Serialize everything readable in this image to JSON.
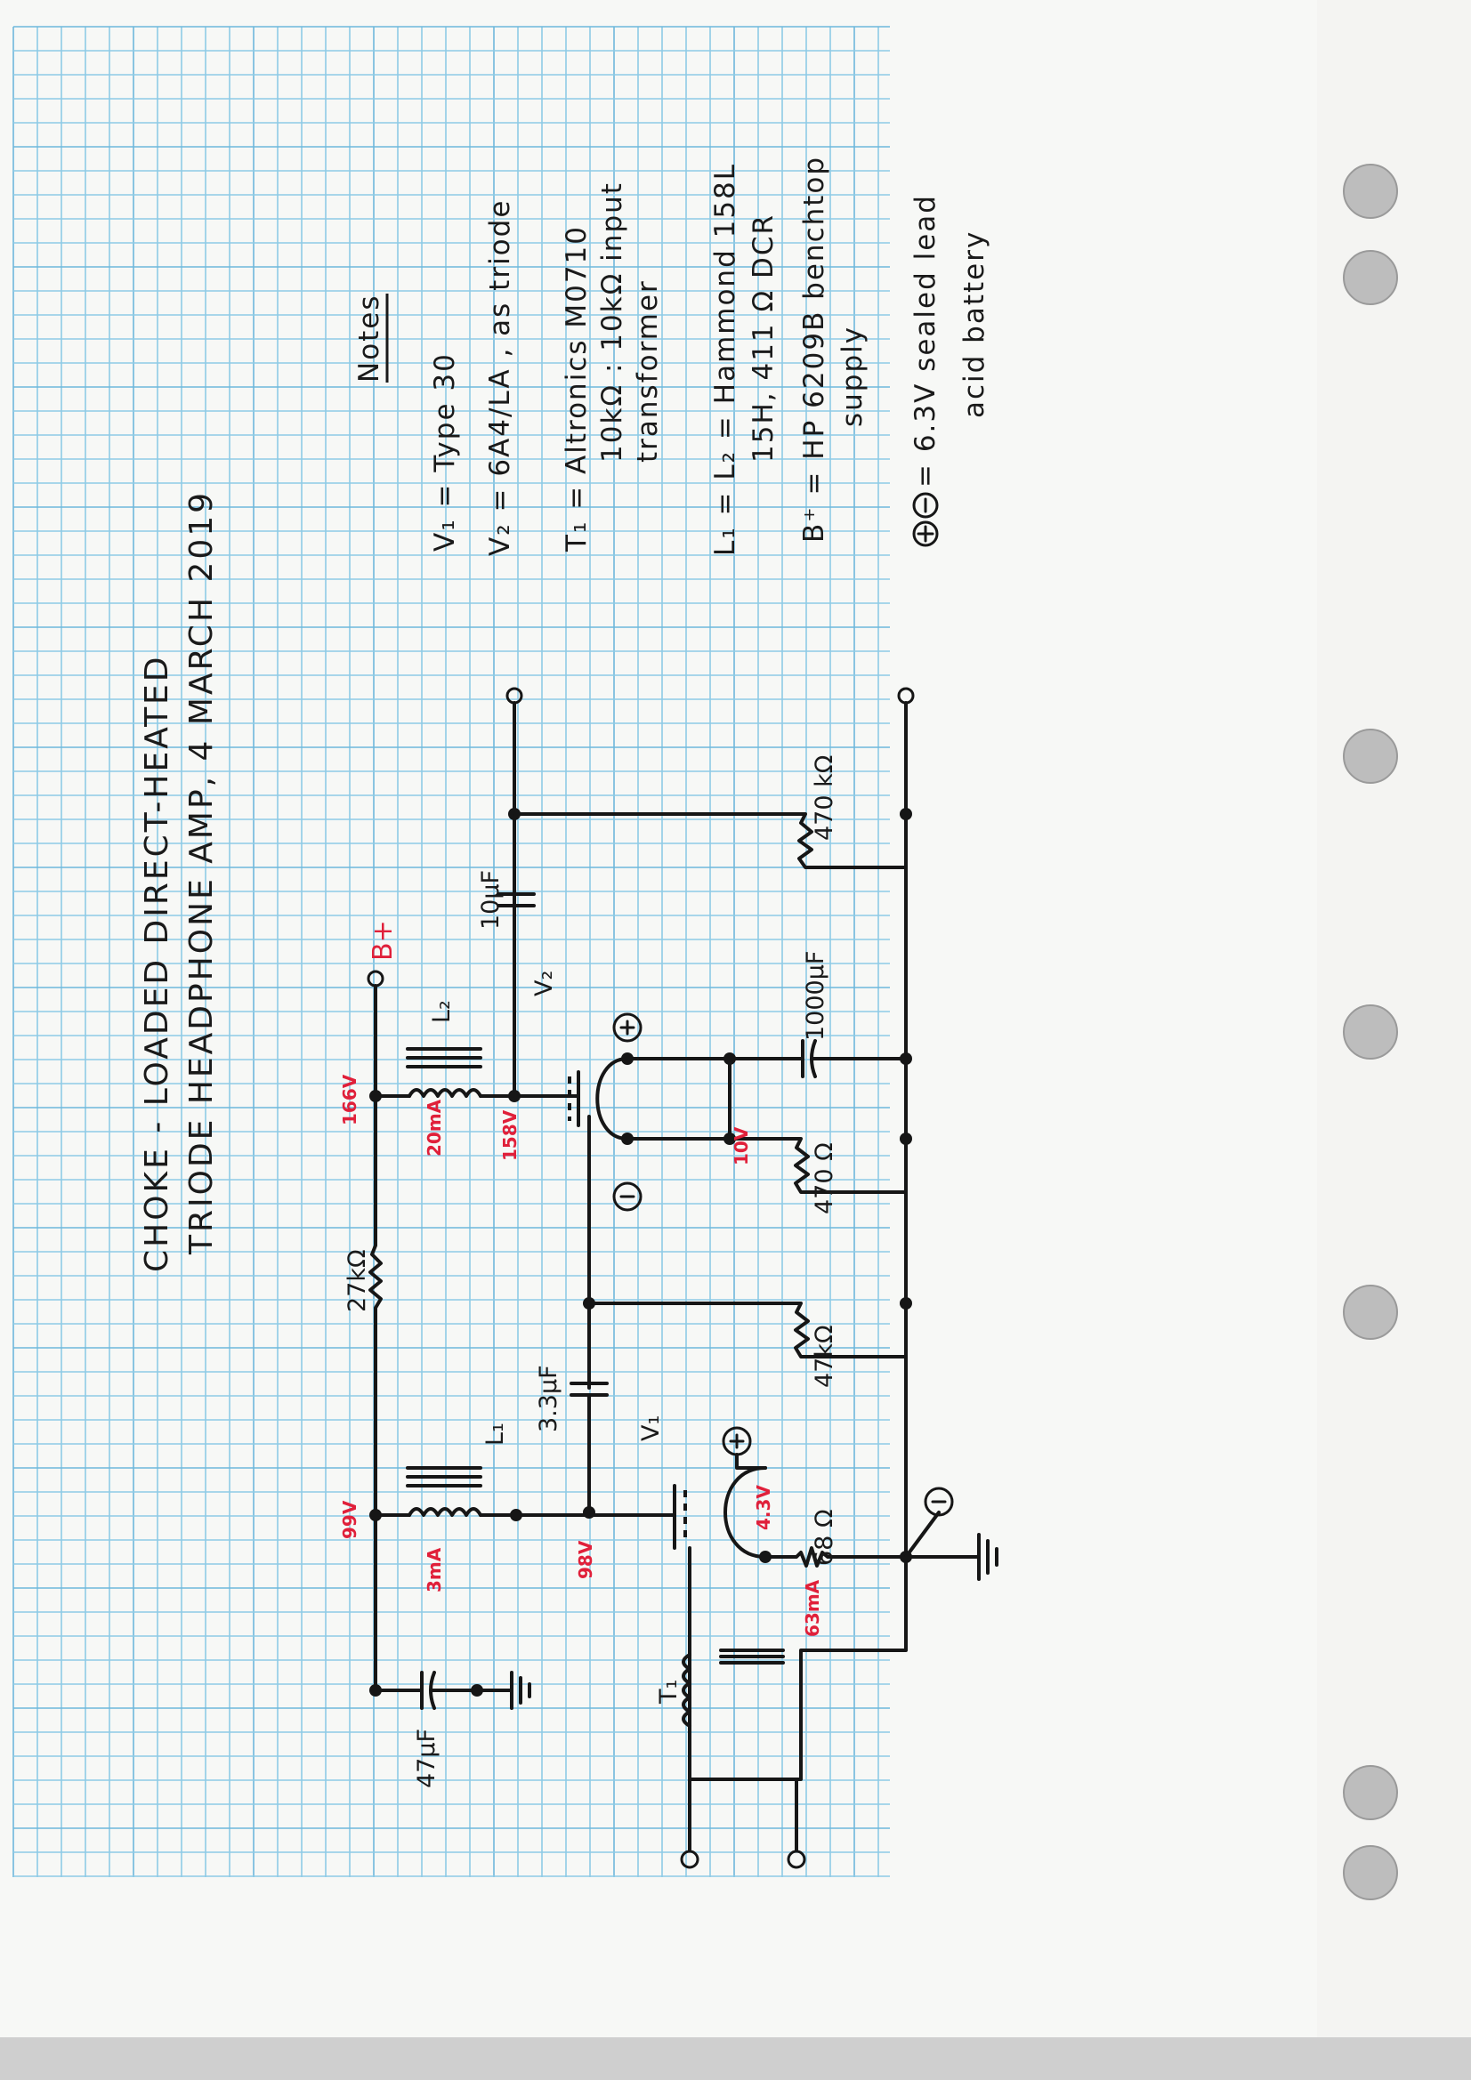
{
  "title": {
    "line1": "CHOKE - LOADED  DIRECT-HEATED",
    "line2": "TRIODE  HEADPHONE  AMP,  4  MARCH  2019"
  },
  "notes": {
    "heading": "Notes",
    "v1": "V₁  =  Type 30",
    "v2": "V₂  =   6A4/LA , as triode",
    "t1_a": "T₁  =   Altronics  M0710",
    "t1_b": "10kΩ : 10kΩ  input",
    "t1_c": "transformer",
    "l_a": "L₁ = L₂ =  Hammond 158L",
    "l_b": "15H,  411 Ω DCR",
    "bplus_a": "B⁺  =  HP 6209B benchtop",
    "bplus_b": "supply",
    "batt_a": "=  6.3V  sealed  lead",
    "batt_b": "acid  battery"
  },
  "labels": {
    "bplus": "B+",
    "r27k": "27kΩ",
    "r470k": "470 kΩ",
    "c10u": "10μF",
    "c1000u": "1000μF",
    "r470": "470 Ω",
    "r47k": "47kΩ",
    "c33u": "3.3μF",
    "r68": "68 Ω",
    "c47u": "47μF",
    "v1": "V₁",
    "v2": "V₂",
    "t1": "T₁",
    "l1": "L₁",
    "l2": "L₂",
    "plus": "+",
    "minus": "−"
  },
  "measurements": {
    "v166": "166V",
    "v158": "158V",
    "i20": "20mA",
    "v99": "99V",
    "i3": "3mA",
    "v98": "98V",
    "v43": "4.3V",
    "i63": "63mA",
    "v10": "10V"
  }
}
